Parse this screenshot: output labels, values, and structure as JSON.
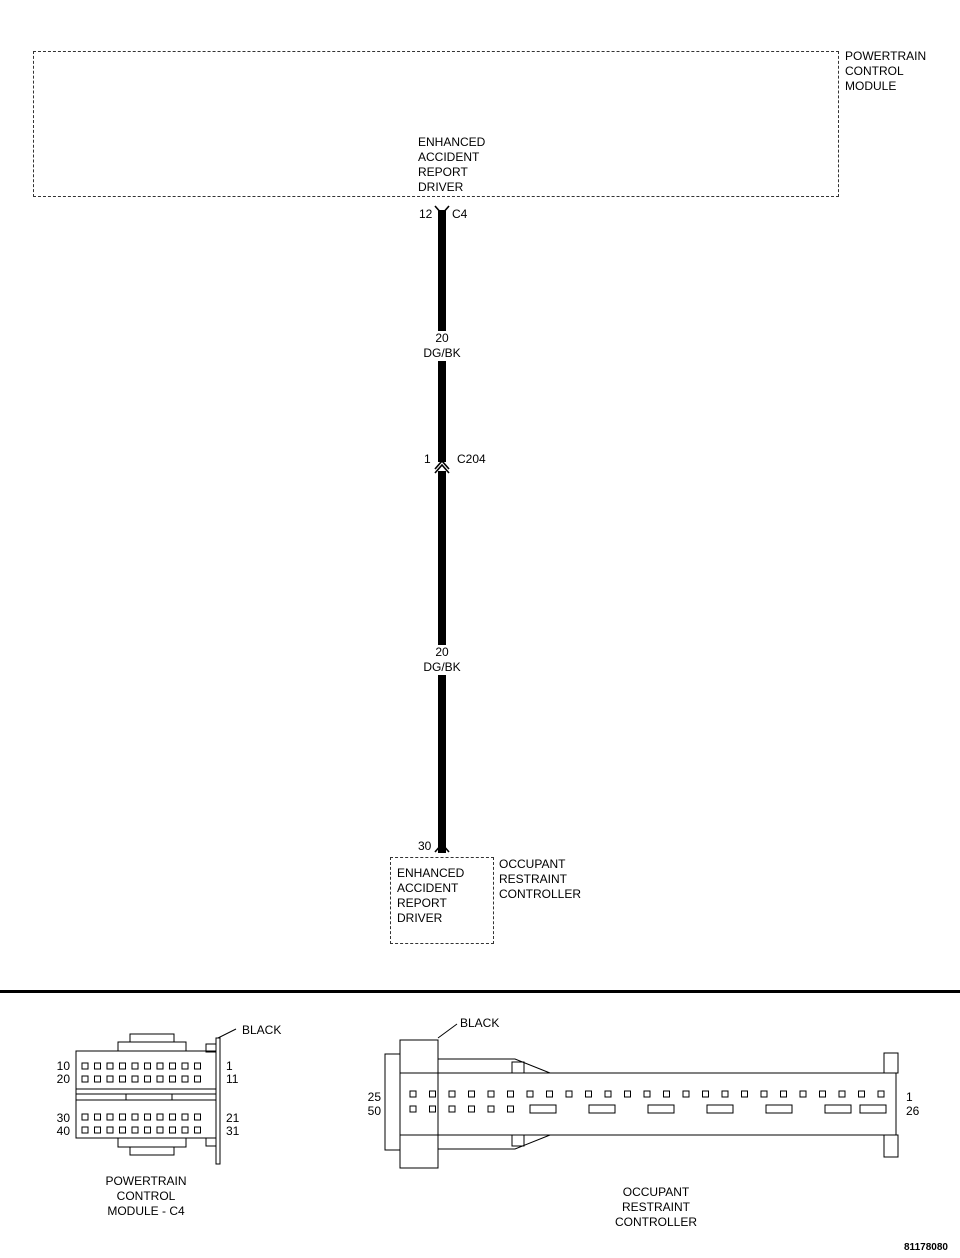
{
  "pcm": {
    "title": "POWERTRAIN\nCONTROL\nMODULE",
    "function": "ENHANCED\nACCIDENT\nREPORT\nDRIVER",
    "pin": "12",
    "connector": "C4"
  },
  "wire_upper": {
    "gauge": "20",
    "color": "DG/BK"
  },
  "inline": {
    "pin": "1",
    "connector": "C204"
  },
  "wire_lower": {
    "gauge": "20",
    "color": "DG/BK"
  },
  "orc": {
    "pin": "30",
    "function": "ENHANCED\nACCIDENT\nREPORT\nDRIVER",
    "title": "OCCUPANT\nRESTRAINT\nCONTROLLER"
  },
  "pcm_connector_view": {
    "color_label": "BLACK",
    "pins_left_top": "10\n20",
    "pins_right_top": "1\n11",
    "pins_left_bottom": "30\n40",
    "pins_right_bottom": "21\n31",
    "caption": "POWERTRAIN\nCONTROL\nMODULE - C4"
  },
  "orc_connector_view": {
    "color_label": "BLACK",
    "pins_left": "25\n50",
    "pins_right": "1\n26",
    "caption": "OCCUPANT\nRESTRAINT\nCONTROLLER"
  },
  "figure_id": "81178080"
}
